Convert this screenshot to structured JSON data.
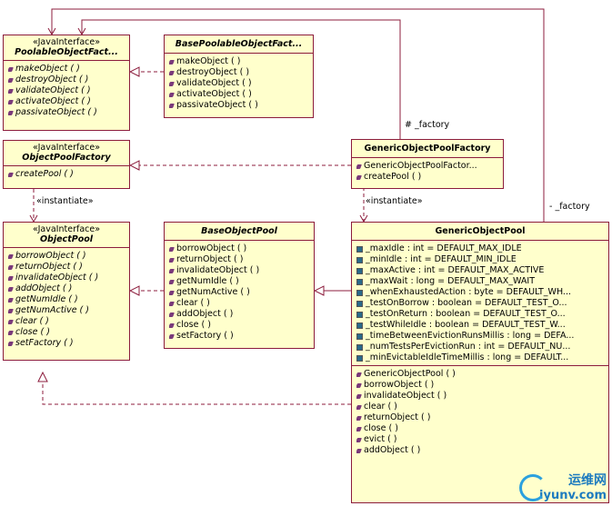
{
  "classes": {
    "poolable_factory": {
      "stereotype": "«JavaInterface»",
      "name": "PoolableObjectFact...",
      "methods": [
        "makeObject ( )",
        "destroyObject ( )",
        "validateObject ( )",
        "activateObject ( )",
        "passivateObject ( )"
      ]
    },
    "base_poolable_factory": {
      "name": "BasePoolableObjectFact...",
      "methods": [
        "makeObject ( )",
        "destroyObject ( )",
        "validateObject ( )",
        "activateObject ( )",
        "passivateObject ( )"
      ]
    },
    "object_pool_factory": {
      "stereotype": "«JavaInterface»",
      "name": "ObjectPoolFactory",
      "methods": [
        "createPool ( )"
      ]
    },
    "generic_pool_factory": {
      "name": "GenericObjectPoolFactory",
      "methods": [
        "GenericObjectPoolFactor...",
        "createPool ( )"
      ]
    },
    "object_pool": {
      "stereotype": "«JavaInterface»",
      "name": "ObjectPool",
      "methods": [
        "borrowObject ( )",
        "returnObject ( )",
        "invalidateObject ( )",
        "addObject ( )",
        "getNumIdle ( )",
        "getNumActive ( )",
        "clear ( )",
        "close ( )",
        "setFactory ( )"
      ]
    },
    "base_pool": {
      "name": "BaseObjectPool",
      "methods": [
        "borrowObject ( )",
        "returnObject ( )",
        "invalidateObject ( )",
        "getNumIdle ( )",
        "getNumActive ( )",
        "clear ( )",
        "addObject ( )",
        "close ( )",
        "setFactory ( )"
      ]
    },
    "generic_pool": {
      "name": "GenericObjectPool",
      "attributes": [
        "_maxIdle : int = DEFAULT_MAX_IDLE",
        "_minIdle : int = DEFAULT_MIN_IDLE",
        "_maxActive : int = DEFAULT_MAX_ACTIVE",
        "_maxWait : long = DEFAULT_MAX_WAIT",
        "_whenExhaustedAction : byte = DEFAULT_WH...",
        "_testOnBorrow : boolean = DEFAULT_TEST_O...",
        "_testOnReturn : boolean = DEFAULT_TEST_O...",
        "_testWhileIdle : boolean = DEFAULT_TEST_W...",
        "_timeBetweenEvictionRunsMillis : long = DEFA...",
        "_numTestsPerEvictionRun : int = DEFAULT_NU...",
        "_minEvictableIdleTimeMillis : long = DEFAULT..."
      ],
      "methods": [
        "GenericObjectPool ( )",
        "borrowObject ( )",
        "invalidateObject ( )",
        "clear ( )",
        "returnObject ( )",
        "close ( )",
        "evict ( )",
        "addObject ( )"
      ]
    }
  },
  "labels": {
    "factory_hash": "# _factory",
    "factory_minus": "- _factory",
    "instantiate_left": "«instantiate»",
    "instantiate_right": "«instantiate»"
  },
  "watermark": {
    "cn": "运维网",
    "en": "iyunv.com"
  },
  "colors": {
    "box_fill": "#ffffcc",
    "line": "#8c1c3c"
  }
}
